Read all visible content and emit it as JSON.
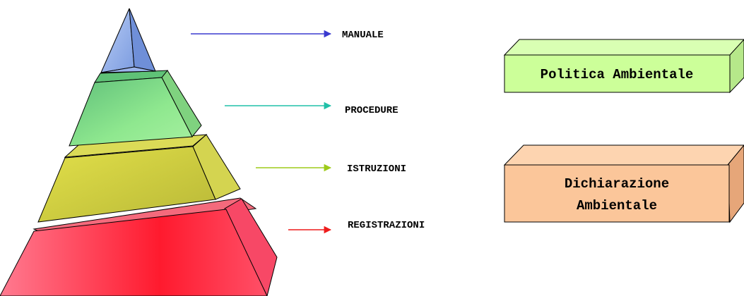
{
  "pyramid": {
    "levels": [
      {
        "label": "MANUALE",
        "arrow_color": "#3a3acf",
        "fill": "#8aa8e8"
      },
      {
        "label": "PROCEDURE",
        "arrow_color": "#20c0a8",
        "fill": "#7fd87f"
      },
      {
        "label": "ISTRUZIONI",
        "arrow_color": "#9ecb1a",
        "fill": "#d6d84a"
      },
      {
        "label": "REGISTRAZIONI",
        "arrow_color": "#ee1c1c",
        "fill": "#f6506a"
      }
    ]
  },
  "boxes": {
    "politica": {
      "label": "Politica Ambientale",
      "fill": "#ccff99"
    },
    "dichiarazione": {
      "line1": "Dichiarazione",
      "line2": "Ambientale",
      "fill": "#fbc69a"
    }
  }
}
